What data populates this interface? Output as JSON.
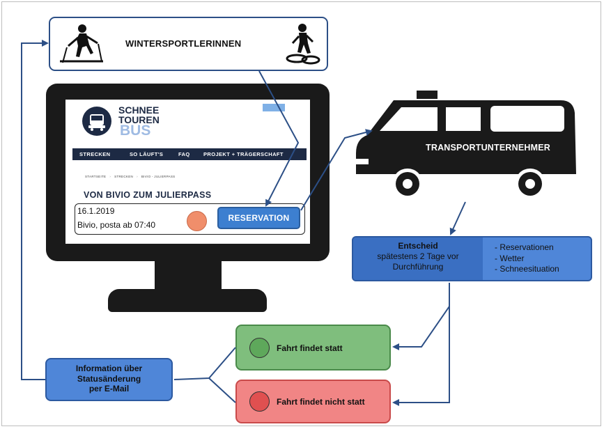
{
  "wintersport": {
    "title": "WINTERSPORTLERINNEN"
  },
  "website": {
    "logo_line1": "SCHNEE",
    "logo_line2": "TOUREN",
    "logo_line3": "BUS",
    "nav": [
      "STRECKEN",
      "SO LÄUFT'S",
      "FAQ",
      "PROJEKT + TRÄGERSCHAFT"
    ],
    "breadcrumb": [
      "STARTSEITE",
      "STRECKEN",
      "BIVIO - JULIERPASS"
    ],
    "page_title": "VON BIVIO ZUM JULIERPASS",
    "trip": {
      "date": "16.1.2019",
      "place_time": "Bivio, posta ab 07:40",
      "status_color": "#f08e6b"
    },
    "reservation_button": "RESERVATION"
  },
  "transport": {
    "label": "TRANSPORTUNTERNEHMER"
  },
  "decision": {
    "title": "Entscheid",
    "line2": "spätestens 2 Tage vor",
    "line3": "Durchführung",
    "criteria": [
      "- Reservationen",
      "- Wetter",
      "- Schneesituation"
    ]
  },
  "outcomes": {
    "go": {
      "label": "Fahrt findet statt",
      "color": "#7fbe7d",
      "dot": "#5ea85b"
    },
    "nogo": {
      "label": "Fahrt findet nicht statt",
      "color": "#f18585",
      "dot": "#e05050"
    }
  },
  "info": {
    "line1": "Information über",
    "line2": "Statusänderung",
    "line3": "per E-Mail"
  },
  "colors": {
    "arrow": "#2c4f86",
    "box_blue": "#4f86d8",
    "dark": "#1a1a1a"
  },
  "icons": [
    "cross-country-skier-icon",
    "snowshoe-hiker-icon",
    "bus-logo-icon"
  ]
}
